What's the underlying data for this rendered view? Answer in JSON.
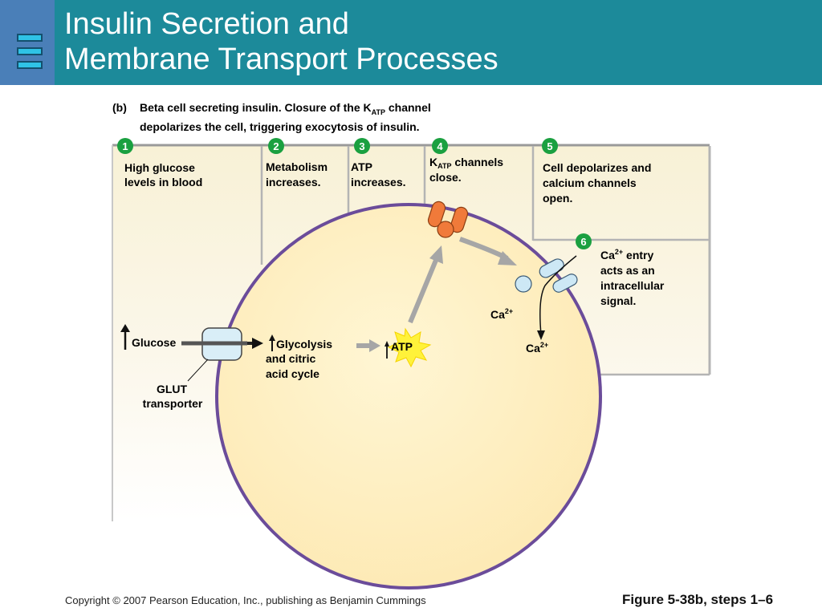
{
  "header": {
    "title_line1": "Insulin Secretion and",
    "title_line2": "Membrane Transport Processes"
  },
  "caption": {
    "label": "(b)",
    "line1_before": "Beta cell secreting insulin. Closure of the K",
    "line1_sub": "ATP",
    "line1_after": " channel",
    "line2": "depolarizes the cell, triggering exocytosis of insulin."
  },
  "steps": [
    {
      "number": "1",
      "lines": [
        "High glucose",
        "levels in blood"
      ]
    },
    {
      "number": "2",
      "lines": [
        "Metabolism",
        "increases."
      ]
    },
    {
      "number": "3",
      "lines": [
        "ATP",
        "increases."
      ]
    },
    {
      "number": "4",
      "line1_main": "K",
      "line1_sub": "ATP",
      "line1_after": " channels",
      "line2": "close."
    },
    {
      "number": "5",
      "lines": [
        "Cell depolarizes and",
        "calcium channels",
        "open."
      ]
    },
    {
      "number": "6",
      "line1_main": "Ca",
      "line1_sup": "2+",
      "line1_after": " entry",
      "lines_rest": [
        "acts as an",
        "intracellular",
        "signal."
      ]
    }
  ],
  "labels": {
    "glucose": "Glucose",
    "glut_line1": "GLUT",
    "glut_line2": "transporter",
    "glycolysis_line1": "Glycolysis",
    "glycolysis_line2": "and citric",
    "glycolysis_line3": "acid cycle",
    "atp": "ATP",
    "ca_main": "Ca",
    "ca_sup": "2+"
  },
  "colors": {
    "header_bg": "#1c8a9a",
    "step_badge": "#1aa040",
    "cell_fill": "#fdefc2",
    "cell_membrane": "#6b4c9a",
    "panel_fill": "#fbf4dc",
    "channel_orange": "#f07a3a",
    "ca_channel": "#cde8f5",
    "atp_burst": "#fff23a"
  },
  "footer": {
    "copyright": "Copyright © 2007 Pearson Education, Inc., publishing as Benjamin Cummings",
    "figure": "Figure 5-38b, steps 1–6"
  }
}
